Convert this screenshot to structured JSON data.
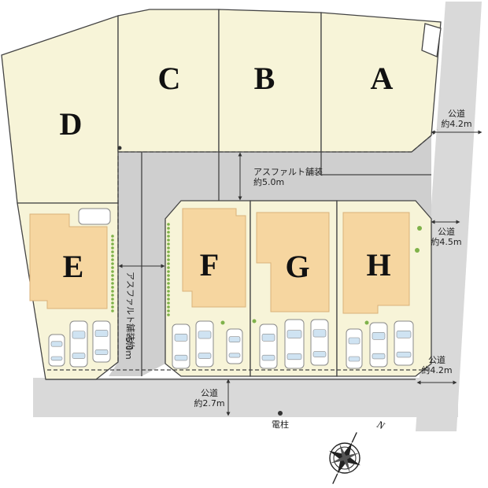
{
  "colors": {
    "lot": "#f7f4d8",
    "house": "#f6d6a0",
    "road": "#d9d9d9",
    "asphalt": "#cfcfcf",
    "boundary": "#444444",
    "hedge": "#7fb24a",
    "text": "#222222"
  },
  "lots": [
    {
      "id": "A",
      "label": "A"
    },
    {
      "id": "B",
      "label": "B"
    },
    {
      "id": "C",
      "label": "C"
    },
    {
      "id": "D",
      "label": "D"
    },
    {
      "id": "E",
      "label": "E"
    },
    {
      "id": "F",
      "label": "F"
    },
    {
      "id": "G",
      "label": "G"
    },
    {
      "id": "H",
      "label": "H"
    }
  ],
  "roads": {
    "top_right": {
      "name": "公道",
      "width": "約4.2m"
    },
    "right_middle": {
      "name": "公道",
      "width": "約4.5m"
    },
    "bottom_right": {
      "name": "公道",
      "width": "約4.2m"
    },
    "bottom": {
      "name": "公道",
      "width": "約2.7m"
    }
  },
  "private_road": {
    "horizontal": {
      "line1": "アスファルト舗装",
      "line2": "約5.0m"
    },
    "vertical": {
      "line1": "アスファルト舗装約",
      "line2": "5.0ｍ"
    }
  },
  "utility_pole": "電柱",
  "compass": {
    "direction": "N",
    "icon": "compass-rose-icon"
  }
}
